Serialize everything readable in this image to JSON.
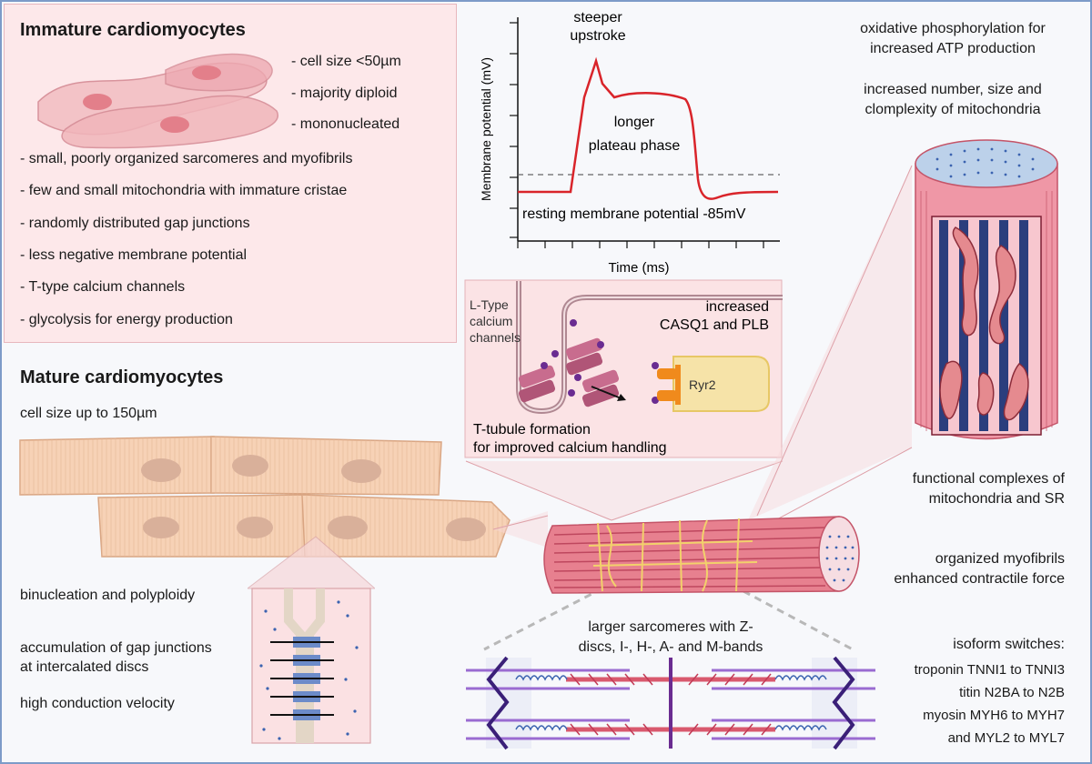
{
  "immature": {
    "title": "Immature cardiomyocytes",
    "props": [
      "- cell size <50µm",
      "- majority diploid",
      "- mononucleated"
    ],
    "features": [
      "- small, poorly organized sarcomeres and myofibrils",
      "- few and small mitochondria with immature cristae",
      "- randomly distributed gap junctions",
      "- less negative membrane potential",
      "- T-type calcium channels",
      "- glycolysis for energy production"
    ]
  },
  "mature": {
    "title": "Mature cardiomyocytes",
    "cell_size": "cell size up to 150µm",
    "binucleation": "binucleation and polyploidy",
    "gap_junctions": [
      "accumulation of gap junctions",
      "at intercalated discs"
    ],
    "conduction": "high conduction velocity"
  },
  "action_potential": {
    "ylabel": "Membrane potential (mV)",
    "xlabel": "Time (ms)",
    "upstroke": [
      "steeper",
      "upstroke"
    ],
    "plateau": [
      "longer",
      "plateau phase"
    ],
    "resting": "resting membrane potential -85mV"
  },
  "calcium": {
    "ltype": [
      "L-Type",
      "calcium",
      "channels"
    ],
    "casq": [
      "increased",
      "CASQ1 and PLB"
    ],
    "ryr2": "Ryr2",
    "ttubule": [
      "T-tubule formation",
      "for improved calcium handling"
    ]
  },
  "mitochondria": {
    "oxphos": [
      "oxidative phosphorylation for",
      "increased ATP production"
    ],
    "number": [
      "increased number, size and",
      "clomplexity of mitochondria"
    ],
    "complexes": [
      "functional complexes of",
      "mitochondria and SR"
    ],
    "myofibrils": [
      "organized myofibrils",
      "enhanced contractile force"
    ]
  },
  "sarcomere": {
    "label": [
      "larger sarcomeres with Z-",
      "discs, I-, H-, A- and M-bands"
    ]
  },
  "isoforms": {
    "title": "isoform switches:",
    "items": [
      "troponin TNNI1 to TNNI3",
      "titin N2BA to N2B",
      "myosin MYH6 to MYH7",
      "and MYL2 to MYL7"
    ]
  },
  "colors": {
    "accent_red": "#d9242a",
    "muscle_pink": "#d9596e",
    "sarcomere_purple": "#3a1f78"
  }
}
